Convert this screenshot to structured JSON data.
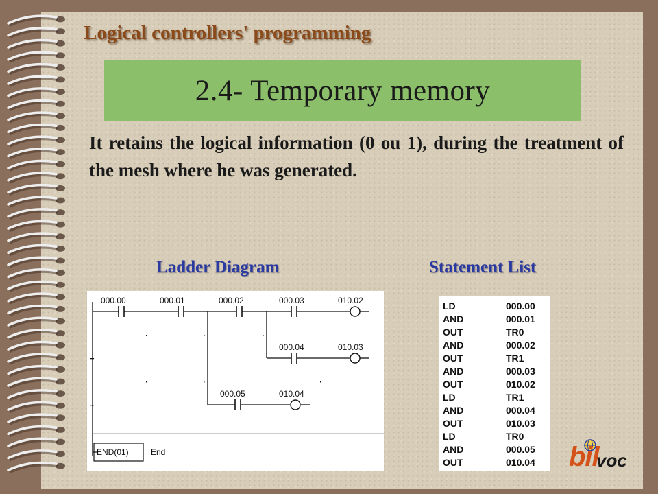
{
  "header": {
    "title": "Logical controllers' programming"
  },
  "section": {
    "title": "2.4- Temporary memory",
    "description": "It retains the logical information (0 ou 1), during the treatment of the mesh where he was generated."
  },
  "ladder": {
    "label": "Ladder Diagram",
    "contacts": {
      "c1": "000.00",
      "c2": "000.01",
      "c3": "000.02",
      "c4": "000.03",
      "c5": "000.04",
      "c6": "000.05"
    },
    "coils": {
      "q1": "010.02",
      "q2": "010.03",
      "q3": "010.04"
    },
    "end_block": "END(01)",
    "end_text": "End"
  },
  "statement_list": {
    "label": "Statement List",
    "rows": [
      {
        "op": "LD",
        "arg": "000.00"
      },
      {
        "op": "AND",
        "arg": "000.01"
      },
      {
        "op": "OUT",
        "arg": "TR0"
      },
      {
        "op": "AND",
        "arg": "000.02"
      },
      {
        "op": "OUT",
        "arg": "TR1"
      },
      {
        "op": "AND",
        "arg": "000.03"
      },
      {
        "op": "OUT",
        "arg": "010.02"
      },
      {
        "op": "LD",
        "arg": "TR1"
      },
      {
        "op": "AND",
        "arg": "000.04"
      },
      {
        "op": "OUT",
        "arg": "010.03"
      },
      {
        "op": "LD",
        "arg": "TR0"
      },
      {
        "op": "AND",
        "arg": "000.05"
      },
      {
        "op": "OUT",
        "arg": "010.04"
      }
    ]
  },
  "logo": {
    "part1": "bil",
    "part2": "voc"
  },
  "colors": {
    "title_band": "#8cbf6a",
    "header_text": "#8a4a1a",
    "section_label": "#2a3aa0",
    "page": "#d8cdb8",
    "frame": "#8a6f5c"
  }
}
